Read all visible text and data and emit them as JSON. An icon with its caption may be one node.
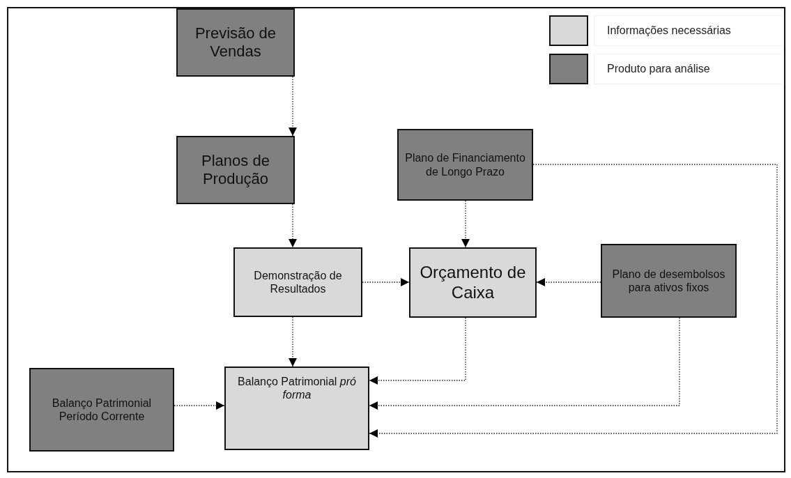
{
  "diagram": {
    "nodes": [
      {
        "text": [
          "Previsão de Vendas"
        ]
      },
      {
        "text": [
          "Planos de Produção"
        ]
      },
      {
        "text": [
          "Plano de Financiamento de Longo Prazo"
        ]
      },
      {
        "text": [
          "Demonstração de Resultados"
        ]
      },
      {
        "text": [
          "Orçamento de Caixa"
        ]
      },
      {
        "text": [
          "Plano de desembolsos para ativos fixos"
        ]
      },
      {
        "text": [
          "Balanço Patrimonial Período Corrente"
        ]
      },
      {
        "text": [
          "Balanço Patrimonial *pró forma*"
        ]
      }
    ],
    "edges": [
      {
        "from": 0,
        "to": 1,
        "arrow": "to"
      },
      {
        "from": 1,
        "to": 3,
        "arrow": "to"
      },
      {
        "from": 2,
        "to": 4,
        "arrow": "to"
      },
      {
        "from": 3,
        "to": 4,
        "arrow": "to"
      },
      {
        "from": 5,
        "to": 4,
        "arrow": "to"
      },
      {
        "from": 3,
        "to": 7,
        "arrow": "to"
      },
      {
        "from": 4,
        "to": 7,
        "arrow": "to"
      },
      {
        "from": 5,
        "to": 7,
        "arrow": "to"
      },
      {
        "from": 2,
        "to": 7,
        "arrow": "to"
      },
      {
        "from": 6,
        "to": 7,
        "arrow": "to"
      }
    ],
    "legend": [
      {
        "text": "Informações necessárias",
        "color": "#d9d9d9"
      },
      {
        "text": "Produto para análise",
        "color": "#808080"
      }
    ]
  }
}
